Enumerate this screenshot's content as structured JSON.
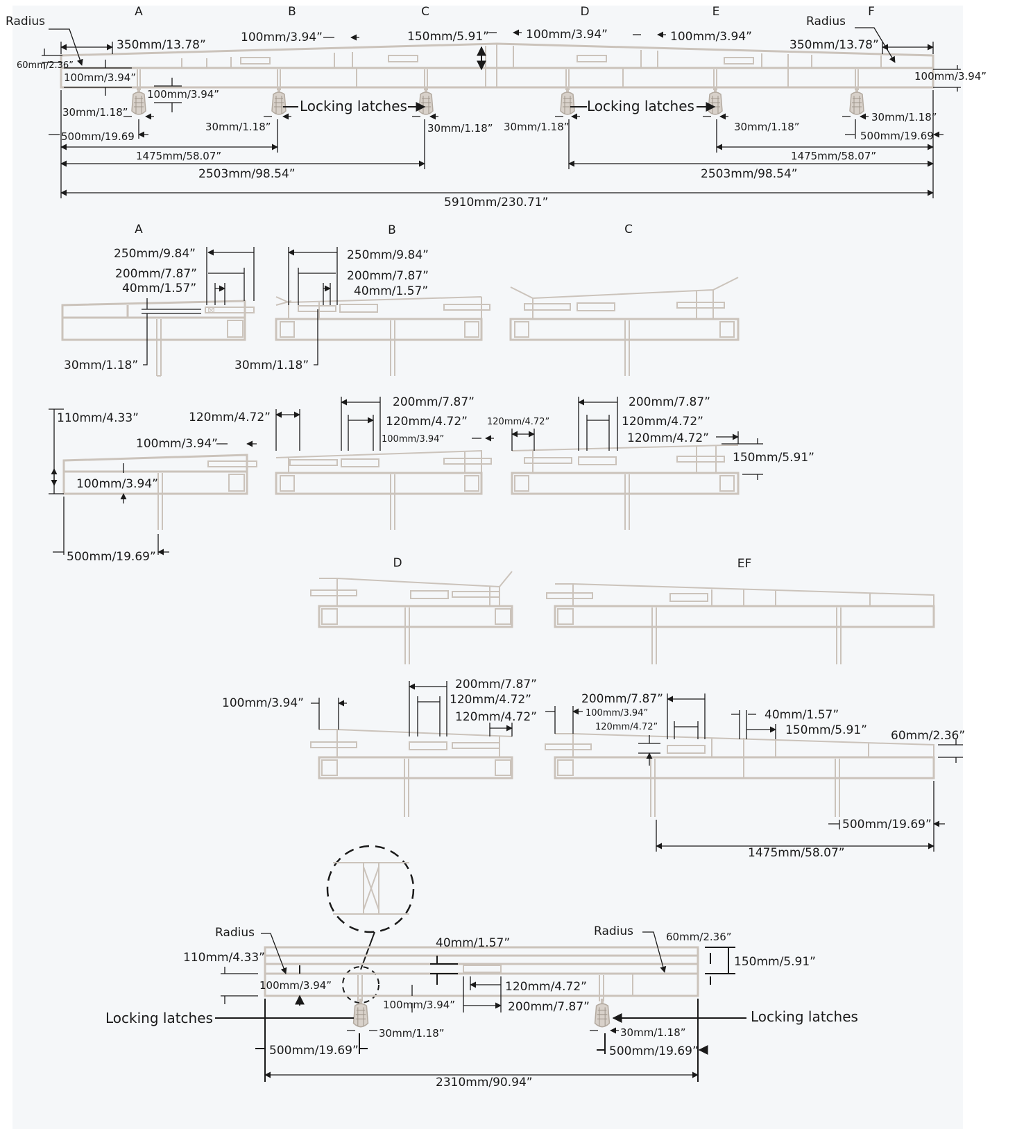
{
  "sections": {
    "a": "A",
    "b": "B",
    "c": "C",
    "d": "D",
    "e": "E",
    "f": "F",
    "ef": "EF"
  },
  "labels": {
    "radius": "Radius",
    "locking_latches": "Locking latches"
  },
  "dims": {
    "d350": "350mm/13.78”",
    "d100": "100mm/3.94”",
    "d150": "150mm/5.91”",
    "d60": "60mm/2.36”",
    "d30": "30mm/1.18”",
    "d500": "500mm/19.69”",
    "d500b": "500mm/19.69",
    "d1475": "1475mm/58.07”",
    "d2503": "2503mm/98.54”",
    "d5910": "5910mm/230.71”",
    "d250": "250mm/9.84”",
    "d200": "200mm/7.87”",
    "d40": "40mm/1.57”",
    "d110": "110mm/4.33”",
    "d120": "120mm/4.72”",
    "d2310": "2310mm/90.94”"
  }
}
